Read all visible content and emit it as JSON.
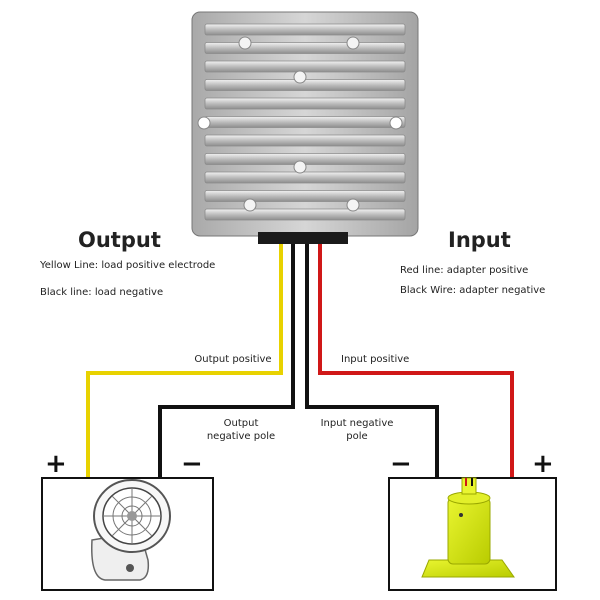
{
  "output": {
    "title": "Output",
    "notes": [
      "Yellow Line: load positive electrode",
      "Black line: load negative"
    ],
    "wire_positive_label": "Output positive",
    "wire_negative_label": [
      "Output",
      "negative pole"
    ],
    "plus": "+",
    "minus": "−"
  },
  "input": {
    "title": "Input",
    "notes": [
      "Red line: adapter positive",
      "Black Wire: adapter negative"
    ],
    "wire_positive_label": "Input positive",
    "wire_negative_label": [
      "Input negative",
      "pole"
    ],
    "plus": "+",
    "minus": "−"
  },
  "colors": {
    "yellow_wire": "#e8d200",
    "red_wire": "#d01818",
    "black_wire": "#111111",
    "converter_body": "#c9c9c9",
    "adapter_green": "#d4e600"
  },
  "components": {
    "converter": "dc-dc-converter",
    "load": "desk-fan",
    "source": "battery-adapter"
  }
}
